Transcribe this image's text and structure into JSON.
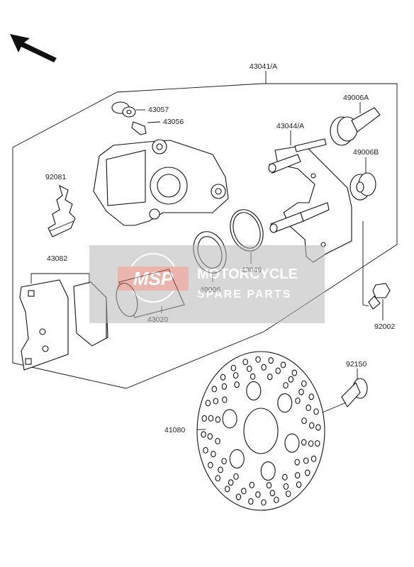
{
  "labels": {
    "caliper_assy": "43041/A",
    "bleed_cap": "43057",
    "bleed_valve": "43056",
    "spring_pad": "92081",
    "pad_set": "43082",
    "piston": "43020",
    "boot_49006": "49006",
    "seal": "43049",
    "holder": "43044/A",
    "boot_49006A": "49006A",
    "boot_49006B": "49006B",
    "bolt_92002": "92002",
    "bolt_92150": "92150",
    "disc": "41080"
  },
  "watermark": {
    "logo": "MSP",
    "line1": "MOTORCYCLE",
    "line2": "SPARE PARTS"
  },
  "colors": {
    "line": "#111111",
    "watermark_fill": "#b8b8b8",
    "watermark_text": "#ffffff",
    "logo_red": "#d97a6c"
  }
}
